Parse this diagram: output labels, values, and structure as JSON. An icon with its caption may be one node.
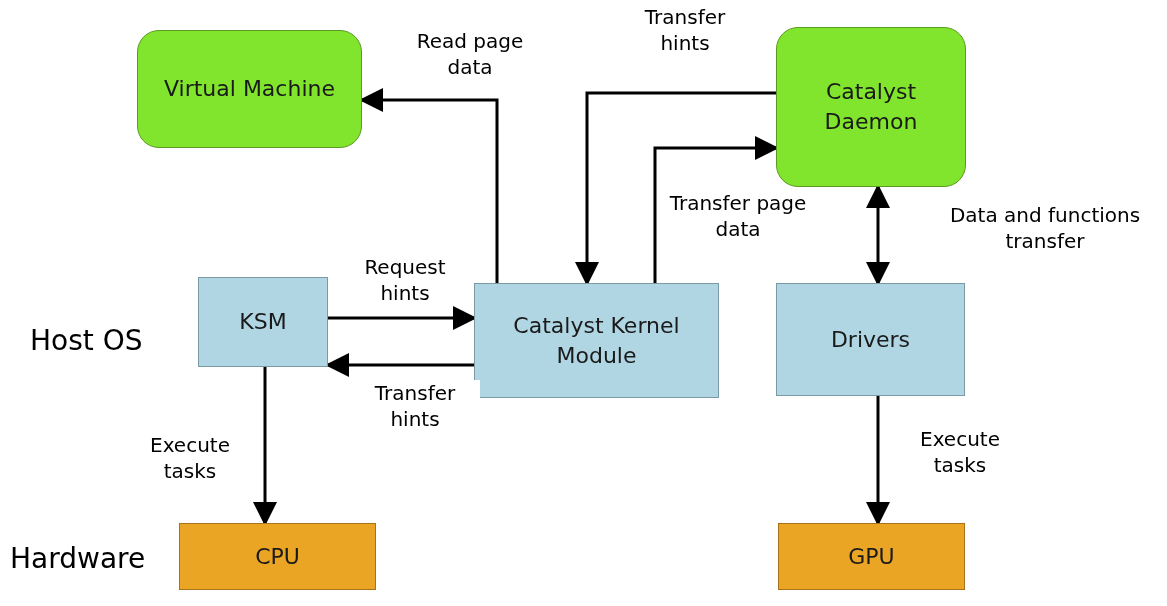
{
  "diagram": {
    "nodes": [
      {
        "text": [
          "Virtual Machine"
        ]
      },
      {
        "text": [
          "Catalyst Daemon"
        ]
      },
      {
        "text": [
          "KSM"
        ]
      },
      {
        "text": [
          "Catalyst Kernel Module"
        ]
      },
      {
        "text": [
          "Drivers"
        ]
      },
      {
        "text": [
          "CPU"
        ]
      },
      {
        "text": [
          "GPU"
        ]
      }
    ],
    "edges": [
      {
        "from": 3,
        "to": 0,
        "arrow": "to",
        "label": "Read page data"
      },
      {
        "from": 1,
        "to": 3,
        "arrow": "to",
        "label": "Transfer hints"
      },
      {
        "from": 3,
        "to": 1,
        "arrow": "to",
        "label": "Transfer page data"
      },
      {
        "from": 2,
        "to": 3,
        "arrow": "to",
        "label": "Request hints"
      },
      {
        "from": 3,
        "to": 2,
        "arrow": "to",
        "label": "Transfer hints"
      },
      {
        "from": 1,
        "to": 4,
        "arrow": "both",
        "label": "Data and functions transfer"
      },
      {
        "from": 2,
        "to": 5,
        "arrow": "to",
        "label": "Execute tasks"
      },
      {
        "from": 4,
        "to": 6,
        "arrow": "to",
        "label": "Execute tasks"
      }
    ],
    "labels": [
      "Host OS",
      "Hardware"
    ]
  }
}
